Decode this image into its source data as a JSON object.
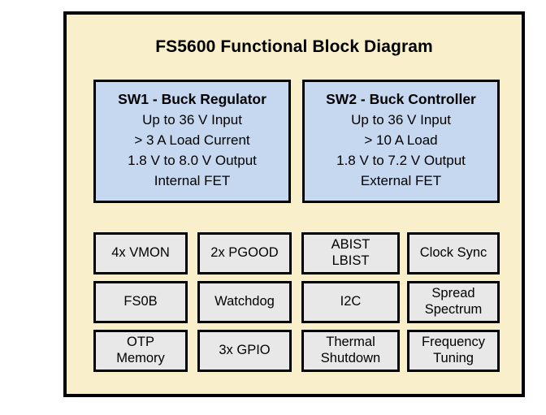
{
  "diagram": {
    "title": "FS5600 Functional Block Diagram",
    "panel_bg": "#f9efca",
    "panel_border": "#000000",
    "switch_block_bg": "#c5d8ef",
    "feature_block_bg": "#e8e8e8"
  },
  "switch_blocks": [
    {
      "id": "sw1",
      "title": "SW1 - Buck Regulator",
      "lines": [
        "Up to 36 V Input",
        "> 3 A Load Current",
        "1.8 V to 8.0 V Output",
        "Internal FET"
      ]
    },
    {
      "id": "sw2",
      "title": "SW2 - Buck Controller",
      "lines": [
        "Up to 36 V Input",
        "> 10 A Load",
        "1.8 V to 7.2 V Output",
        "External FET"
      ]
    }
  ],
  "feature_blocks": [
    {
      "id": "vmon",
      "line1": "4x VMON",
      "line2": ""
    },
    {
      "id": "pgood",
      "line1": "2x PGOOD",
      "line2": ""
    },
    {
      "id": "bist",
      "line1": "ABIST",
      "line2": "LBIST"
    },
    {
      "id": "clocksync",
      "line1": "Clock Sync",
      "line2": ""
    },
    {
      "id": "fs0b",
      "line1": "FS0B",
      "line2": ""
    },
    {
      "id": "watchdog",
      "line1": "Watchdog",
      "line2": ""
    },
    {
      "id": "i2c",
      "line1": "I2C",
      "line2": ""
    },
    {
      "id": "spread",
      "line1": "Spread",
      "line2": "Spectrum"
    },
    {
      "id": "otp",
      "line1": "OTP",
      "line2": "Memory"
    },
    {
      "id": "gpio",
      "line1": "3x GPIO",
      "line2": ""
    },
    {
      "id": "thermal",
      "line1": "Thermal",
      "line2": "Shutdown"
    },
    {
      "id": "freqtune",
      "line1": "Frequency",
      "line2": "Tuning"
    }
  ]
}
